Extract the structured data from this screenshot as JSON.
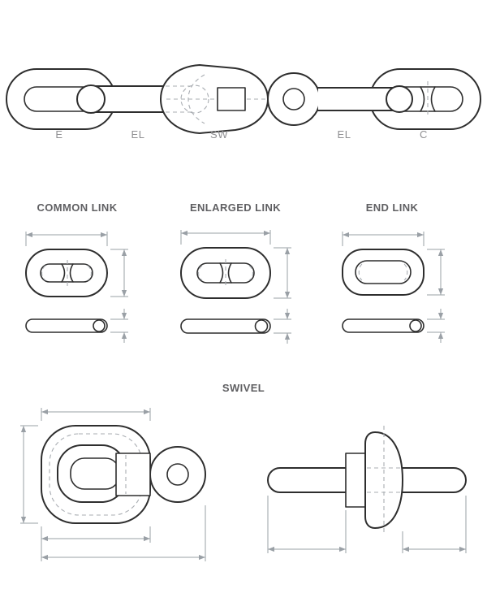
{
  "colors": {
    "outline": "#2e2e2e",
    "dimension": "#9aa0a6",
    "hidden_dash": "#a9adb2",
    "label_text": "#8f8f92",
    "title_text": "#5f5f62",
    "background": "#ffffff"
  },
  "assembly": {
    "labels": [
      {
        "text": "E"
      },
      {
        "text": "EL"
      },
      {
        "text": "SW"
      },
      {
        "text": "EL"
      },
      {
        "text": "C"
      }
    ]
  },
  "figures": {
    "common_link": {
      "title": "COMMON LINK"
    },
    "enlarged_link": {
      "title": "ENLARGED LINK"
    },
    "end_link": {
      "title": "END LINK"
    },
    "swivel": {
      "title": "SWIVEL"
    }
  }
}
